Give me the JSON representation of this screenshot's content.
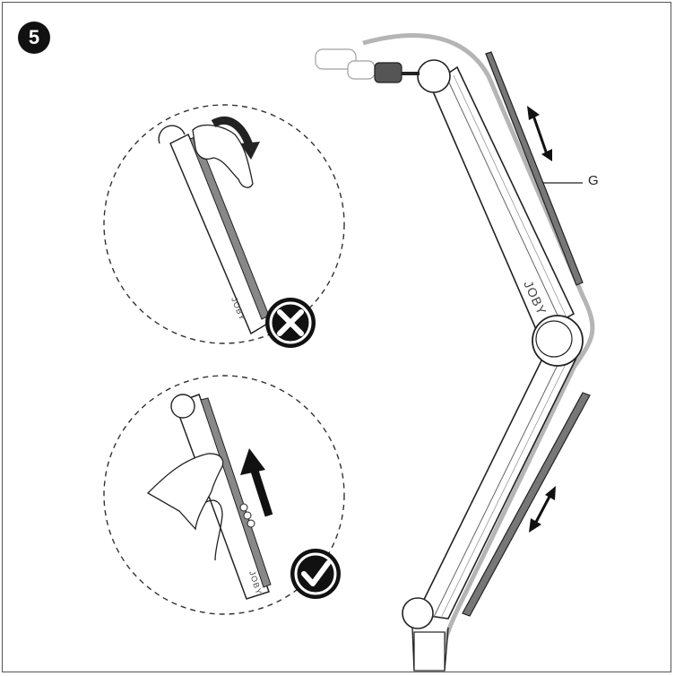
{
  "step_number": "5",
  "callout_label": "G",
  "brand_text": "JOBY",
  "status_icons": {
    "incorrect": "cross-icon",
    "correct": "check-icon"
  }
}
